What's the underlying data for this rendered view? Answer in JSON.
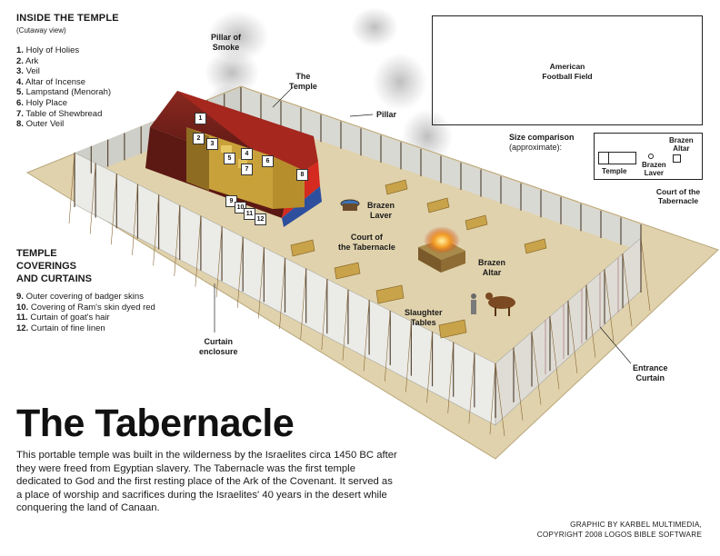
{
  "title": "The Tabernacle",
  "inside_temple": {
    "heading": "INSIDE THE TEMPLE",
    "subheading": "(Cutaway view)",
    "items": [
      {
        "num": "1.",
        "label": "Holy of Holies"
      },
      {
        "num": "2.",
        "label": "Ark"
      },
      {
        "num": "3.",
        "label": "Veil"
      },
      {
        "num": "4.",
        "label": "Altar of Incense"
      },
      {
        "num": "5.",
        "label": "Lampstand (Menorah)"
      },
      {
        "num": "6.",
        "label": "Holy Place"
      },
      {
        "num": "7.",
        "label": "Table of Shewbread"
      },
      {
        "num": "8.",
        "label": "Outer Veil"
      }
    ]
  },
  "coverings": {
    "heading": "TEMPLE\nCOVERINGS\nAND CURTAINS",
    "items": [
      {
        "num": "9.",
        "label": "Outer covering of badger skins"
      },
      {
        "num": "10.",
        "label": "Covering of Ram's skin dyed red"
      },
      {
        "num": "11.",
        "label": "Curtain of goat's hair"
      },
      {
        "num": "12.",
        "label": "Curtain of fine linen"
      }
    ]
  },
  "description": "This portable temple was built in the wilderness by the Israelites circa 1450 BC after they were freed from Egyptian slavery. The Tabernacle was the first temple dedicated to God and the first resting place of the Ark of the Covenant. It served as a place of worship and sacrifices during the Israelites' 40 years in the desert while conquering the land of Canaan.",
  "credit": {
    "line1": "GRAPHIC BY KARBEL MULTIMEDIA,",
    "line2": "COPYRIGHT 2008 LOGOS BIBLE SOFTWARE"
  },
  "callouts": {
    "pillar_of_smoke": "Pillar of\nSmoke",
    "the_temple": "The\nTemple",
    "pillar": "Pillar",
    "brazen_laver": "Brazen\nLaver",
    "court": "Court of\nthe Tabernacle",
    "brazen_altar": "Brazen\nAltar",
    "slaughter_tables": "Slaughter\nTables",
    "curtain_enclosure": "Curtain\nenclosure",
    "entrance_curtain": "Entrance\nCurtain"
  },
  "diagram_numbers": [
    "1",
    "2",
    "3",
    "4",
    "5",
    "6",
    "7",
    "8",
    "9",
    "10",
    "11",
    "12"
  ],
  "size_comparison": {
    "label_bold": "Size comparison",
    "label_note": "(approximate):",
    "football_field": "American\nFootball Field",
    "temple": "Temple",
    "brazen_laver": "Brazen\nLaver",
    "brazen_altar": "Brazen\nAltar",
    "court": "Court of the\nTabernacle"
  },
  "colors": {
    "ground": "#e0d2ac",
    "ground_edge": "#b9a77b",
    "curtain": "#e7e7e3",
    "curtain_shade": "#c9c9c3",
    "badger_skin": "#6b1c17",
    "ram_skin_red": "#d42a1f",
    "fine_linen_blue": "#2d4f9e",
    "gold": "#c9a13a",
    "bronze_table": "#c9a34a"
  }
}
